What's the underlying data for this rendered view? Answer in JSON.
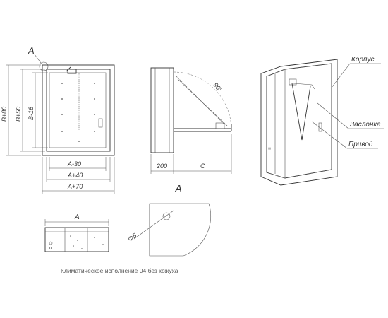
{
  "front_view": {
    "callout": "A",
    "dims_vertical": [
      "B+80",
      "B+50",
      "B-16"
    ],
    "dims_horizontal": [
      "A-30",
      "A+40",
      "A+70"
    ]
  },
  "side_view": {
    "angle": "90°",
    "depth": "200",
    "projection": "C"
  },
  "iso_view": {
    "labels": [
      "Корпус",
      "Заслонка",
      "Привод"
    ]
  },
  "top_view": {
    "width": "A"
  },
  "detail": {
    "title": "A",
    "hole": "Φ5"
  },
  "caption": "Климатическое исполнение 04 без кожуха"
}
